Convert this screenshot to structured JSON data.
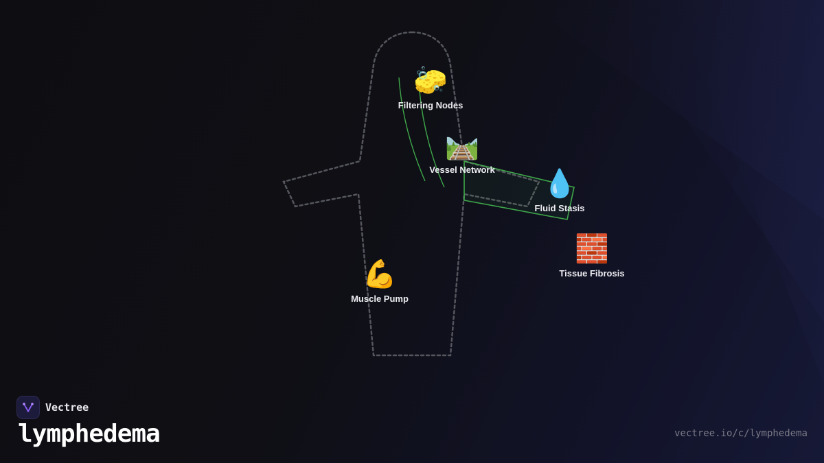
{
  "brand": {
    "name": "Vectree",
    "logo_icon": "vectree-branch-icon",
    "accent": "#8a5cf6"
  },
  "title": "lymphedema",
  "url": "vectree.io/c/lymphedema",
  "colors": {
    "outline": "#55555e",
    "vessel": "#3fa84a",
    "label": "#ececf1"
  },
  "nodes": [
    {
      "id": "filtering-nodes",
      "icon": "sponge-icon",
      "glyph": "🧽",
      "label": "Filtering Nodes"
    },
    {
      "id": "vessel-network",
      "icon": "railway-track-icon",
      "glyph": "🛤️",
      "label": "Vessel Network"
    },
    {
      "id": "fluid-stasis",
      "icon": "droplet-icon",
      "glyph": "💧",
      "label": "Fluid Stasis"
    },
    {
      "id": "tissue-fibrosis",
      "icon": "brick-icon",
      "glyph": "🧱",
      "label": "Tissue Fibrosis"
    },
    {
      "id": "muscle-pump",
      "icon": "flexed-biceps-icon",
      "glyph": "💪",
      "label": "Muscle Pump"
    }
  ]
}
